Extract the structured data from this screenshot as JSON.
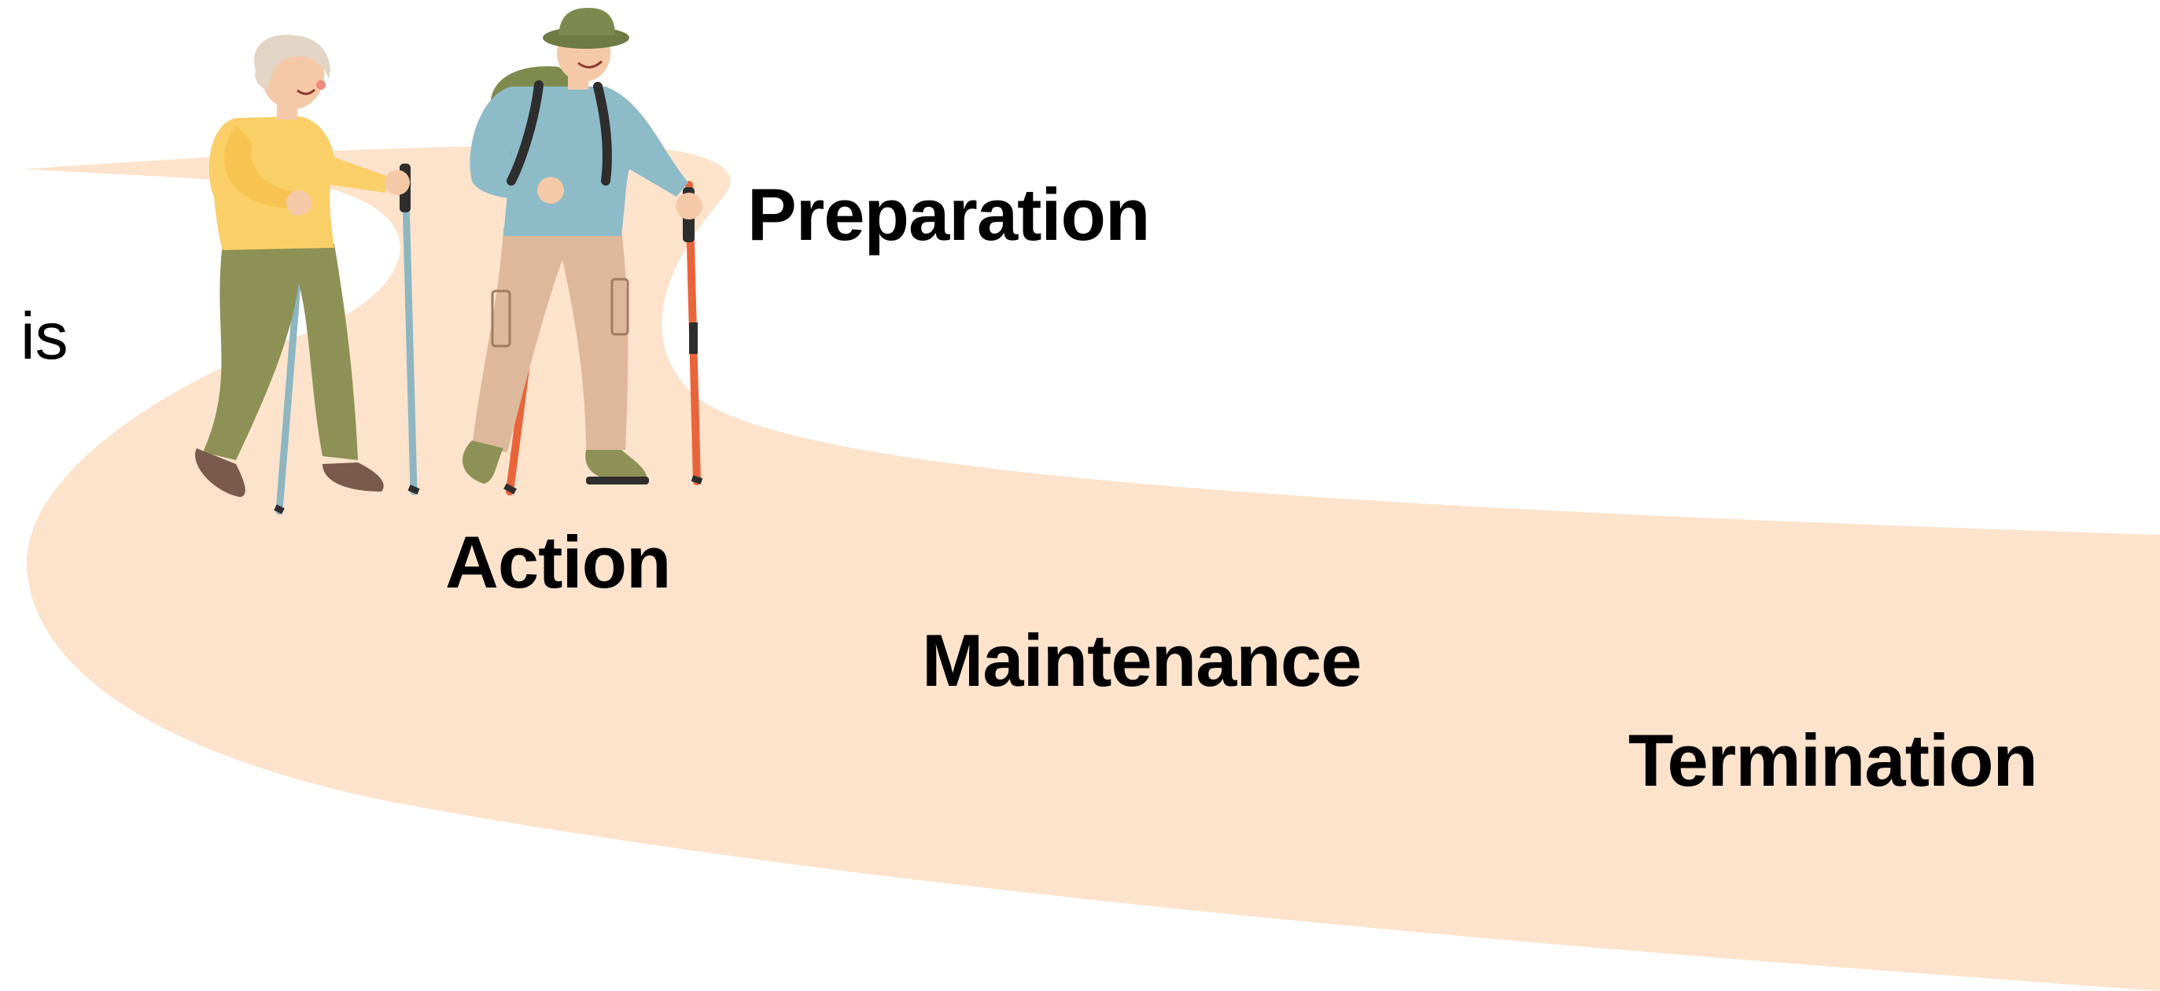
{
  "lead_text": "is",
  "stages": {
    "preparation": "Preparation",
    "action": "Action",
    "maintenance": "Maintenance",
    "termination": "Termination"
  },
  "colors": {
    "path": "#FDE3CC",
    "background": "#FFFFFF",
    "text": "#000000",
    "woman_sweater": "#FBCF67",
    "pants_olive": "#8D9155",
    "man_shirt": "#8EBBC8",
    "man_pants": "#DDB89A",
    "pole_blue": "#8DB6C1",
    "pole_orange": "#E9643B",
    "hat_green": "#7C8A4F",
    "backpack": "#7E8A4E",
    "skin": "#F5C9A8",
    "hair_gray": "#E3D5C6",
    "shoe_brown": "#7A5A4A"
  },
  "icons": {
    "woman": "hiker-woman-icon",
    "man": "hiker-man-icon"
  }
}
